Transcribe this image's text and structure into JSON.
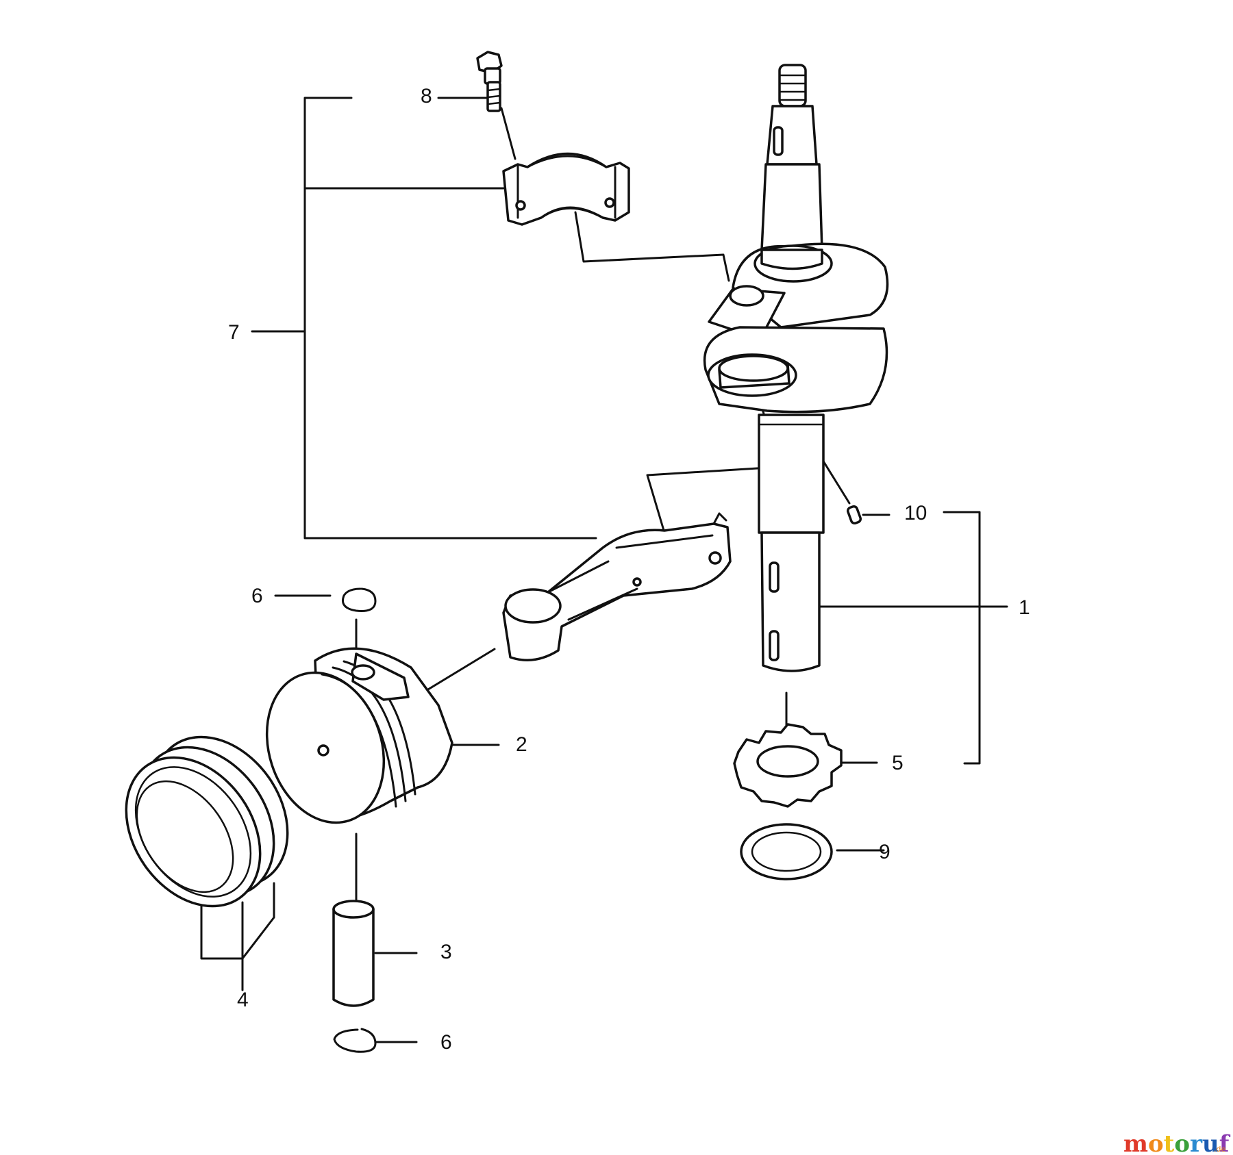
{
  "diagram": {
    "type": "exploded-parts-diagram",
    "callouts": [
      "1",
      "2",
      "3",
      "4",
      "5",
      "6",
      "6",
      "7",
      "8",
      "9",
      "10"
    ]
  },
  "logo": {
    "text": "motoruf",
    "suffix": ".de",
    "colors": [
      "#e03a2a",
      "#f08a1a",
      "#f0c01a",
      "#3aa03a",
      "#2a8ad0",
      "#1a5ab0",
      "#8a3ab0"
    ]
  }
}
